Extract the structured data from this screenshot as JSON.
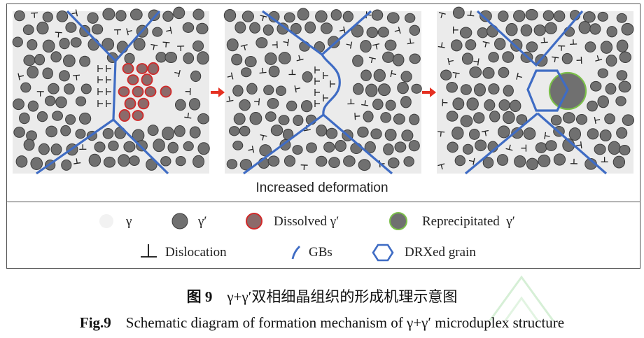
{
  "figure": {
    "panel_caption": "Increased deformation",
    "legend": {
      "row1": [
        {
          "symbol": "gamma-particle",
          "label": "γ"
        },
        {
          "symbol": "gamma-prime-particle",
          "label": "γ′"
        },
        {
          "symbol": "dissolved-particle",
          "label": "Dissolved γ′"
        },
        {
          "symbol": "reprecipitated-particle",
          "label": "Reprecipitated  γ′"
        }
      ],
      "row2": [
        {
          "symbol": "dislocation",
          "label": "Dislocation"
        },
        {
          "symbol": "grain-boundary",
          "label": "GBs"
        },
        {
          "symbol": "drx-grain",
          "label": "DRXed grain"
        }
      ]
    },
    "colors": {
      "panel_bg": "#ebebeb",
      "particle_fill": "#707070",
      "particle_edge": "#3c3c3c",
      "boundary": "#3f6cc4",
      "dissolved_edge": "#d12a2a",
      "dissolved_fill": "#8c6a6a",
      "reprecipitated_edge": "#7bbf4a",
      "arrow": "#e53122",
      "gamma_fill": "#f2f2f2"
    }
  },
  "caption": {
    "zh_label": "图 9",
    "zh_text": "γ+γ′双相细晶组织的形成机理示意图",
    "en_label": "Fig.9",
    "en_text": "Schematic diagram of formation mechanism of γ+γ′ microduplex structure"
  }
}
